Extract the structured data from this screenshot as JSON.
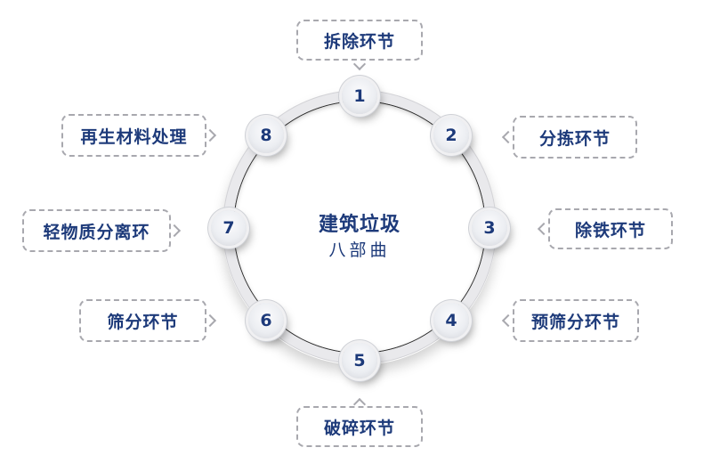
{
  "center": {
    "title": "建筑垃圾",
    "subtitle": "八部曲"
  },
  "colors": {
    "text": "#1d3a7a",
    "dashed_border": "#a8a8ae",
    "ring": "#e9e9ec"
  },
  "steps": [
    {
      "number": "1",
      "label": "拆除环节"
    },
    {
      "number": "2",
      "label": "分拣环节"
    },
    {
      "number": "3",
      "label": "除铁环节"
    },
    {
      "number": "4",
      "label": "预筛分环节"
    },
    {
      "number": "5",
      "label": "破碎环节"
    },
    {
      "number": "6",
      "label": "筛分环节"
    },
    {
      "number": "7",
      "label": "轻物质分离环"
    },
    {
      "number": "8",
      "label": "再生材料处理"
    }
  ]
}
